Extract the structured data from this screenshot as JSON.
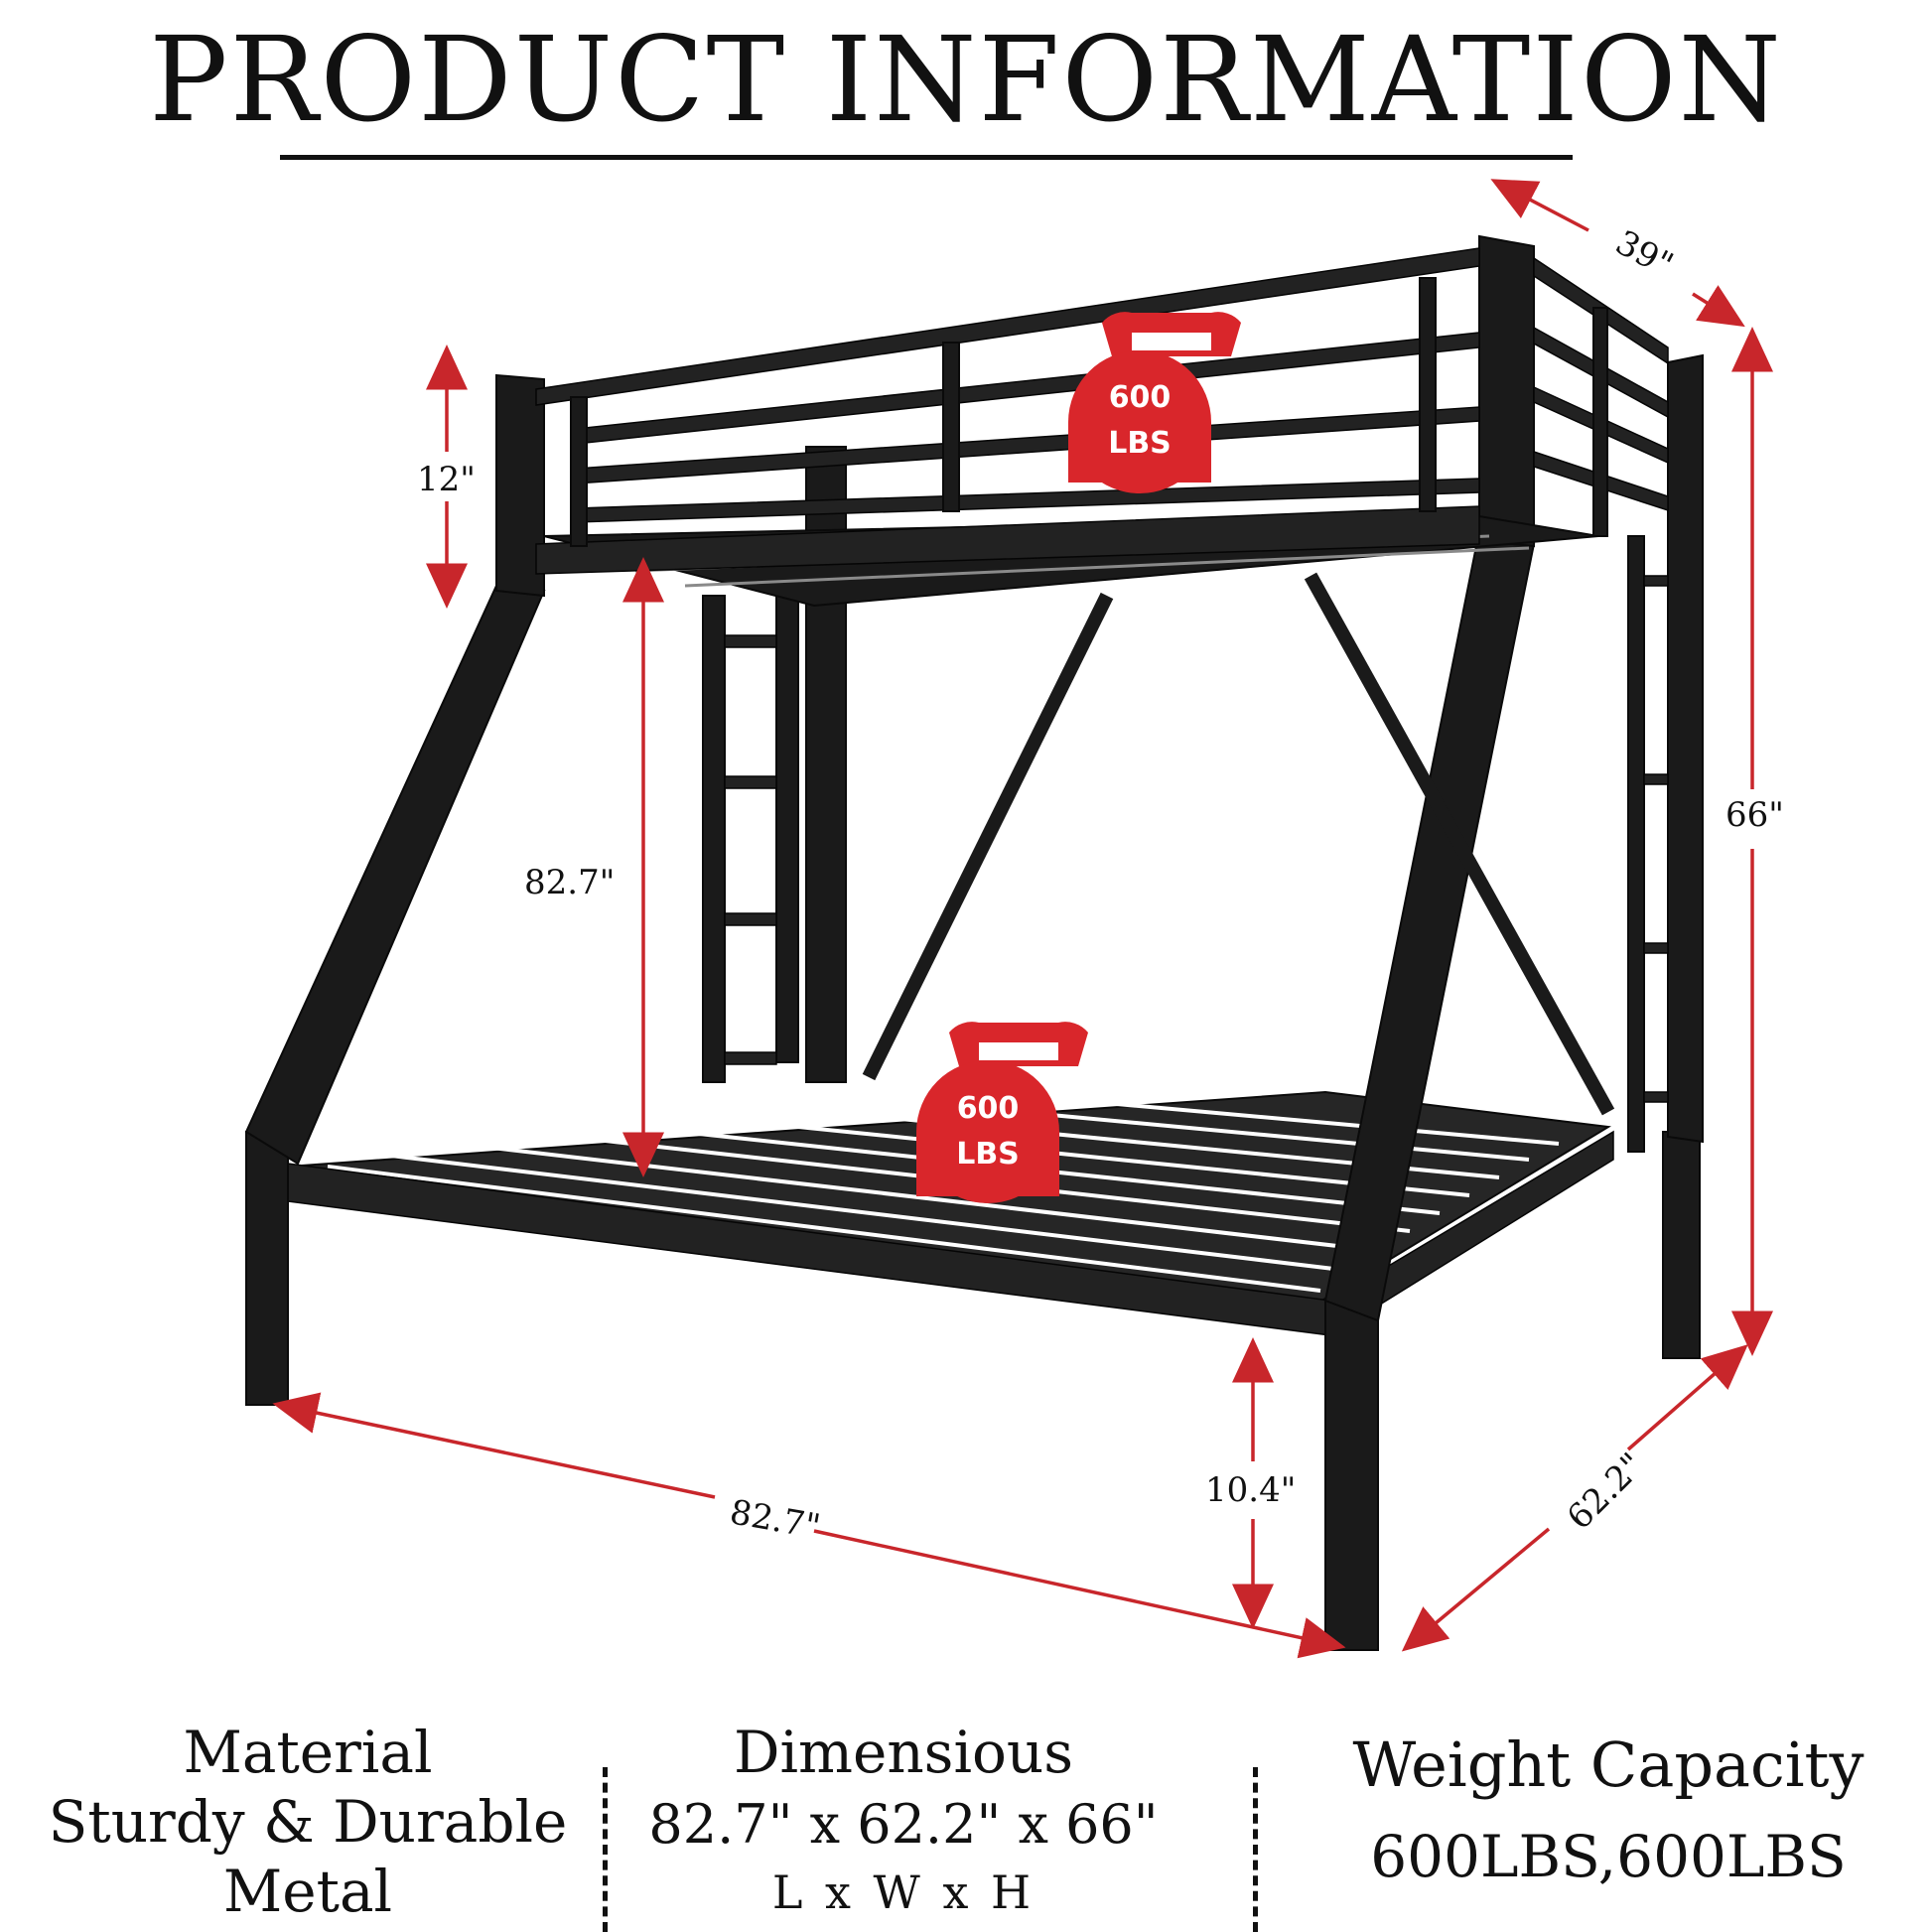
{
  "header": {
    "title": "PRODUCT INFORMATION"
  },
  "dimensions": {
    "top_width": "39\"",
    "rail_height": "12\"",
    "total_height": "66\"",
    "bunk_gap": "82.7\"",
    "length": "82.7\"",
    "width": "62.2\"",
    "clearance": "10.4\""
  },
  "badges": {
    "top": {
      "value": "600",
      "unit": "LBS"
    },
    "bottom": {
      "value": "600",
      "unit": "LBS"
    }
  },
  "info": {
    "material": {
      "heading": "Material",
      "line1": "Sturdy & Durable",
      "line2": "Metal"
    },
    "dimensions": {
      "heading": "Dimensious",
      "value": "82.7\" x 62.2\" x 66\"",
      "sub": "L x W x H"
    },
    "capacity": {
      "heading": "Weight Capacity",
      "value": "600LBS,600LBS"
    }
  },
  "colors": {
    "frame": "#1a1a1a",
    "accent": "#d9262b",
    "text": "#111111",
    "background": "#ffffff"
  }
}
